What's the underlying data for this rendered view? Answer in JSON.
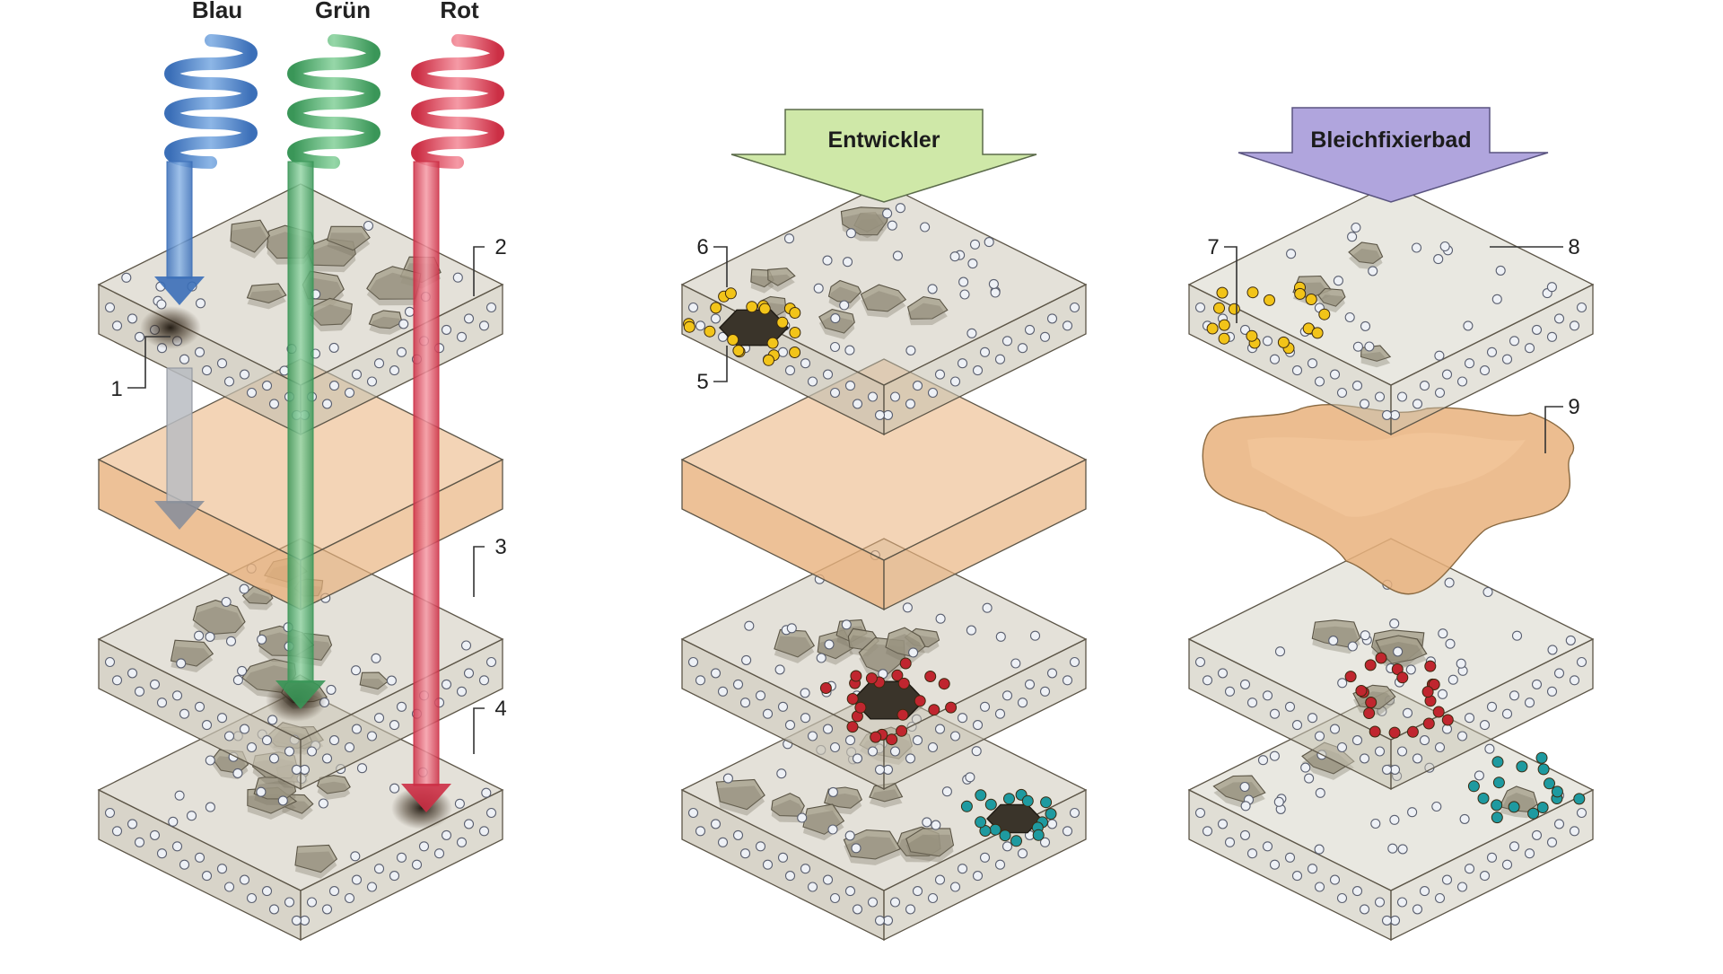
{
  "light_labels": {
    "blue": "Blau",
    "green": "Grün",
    "red": "Rot"
  },
  "baths": {
    "developer": "Entwickler",
    "bleach_fix": "Bleichfixierbad"
  },
  "callouts": [
    "1",
    "2",
    "3",
    "4",
    "5",
    "6",
    "7",
    "8",
    "9"
  ],
  "colors": {
    "blue_light": "#5b8fd0",
    "green_light": "#5fb879",
    "red_light": "#e05466",
    "emulsion_layer": "#c7c2b2",
    "grain": "#a9a38f",
    "filter_layer": "#e9b27d",
    "developer_arrow": "#cfe8a8",
    "bleach_arrow": "#b0a5dd",
    "yellow_dye": "#f2c419",
    "magenta_dye": "#c0262f",
    "cyan_dye": "#1e9aa0",
    "silver": "#3a342a"
  }
}
